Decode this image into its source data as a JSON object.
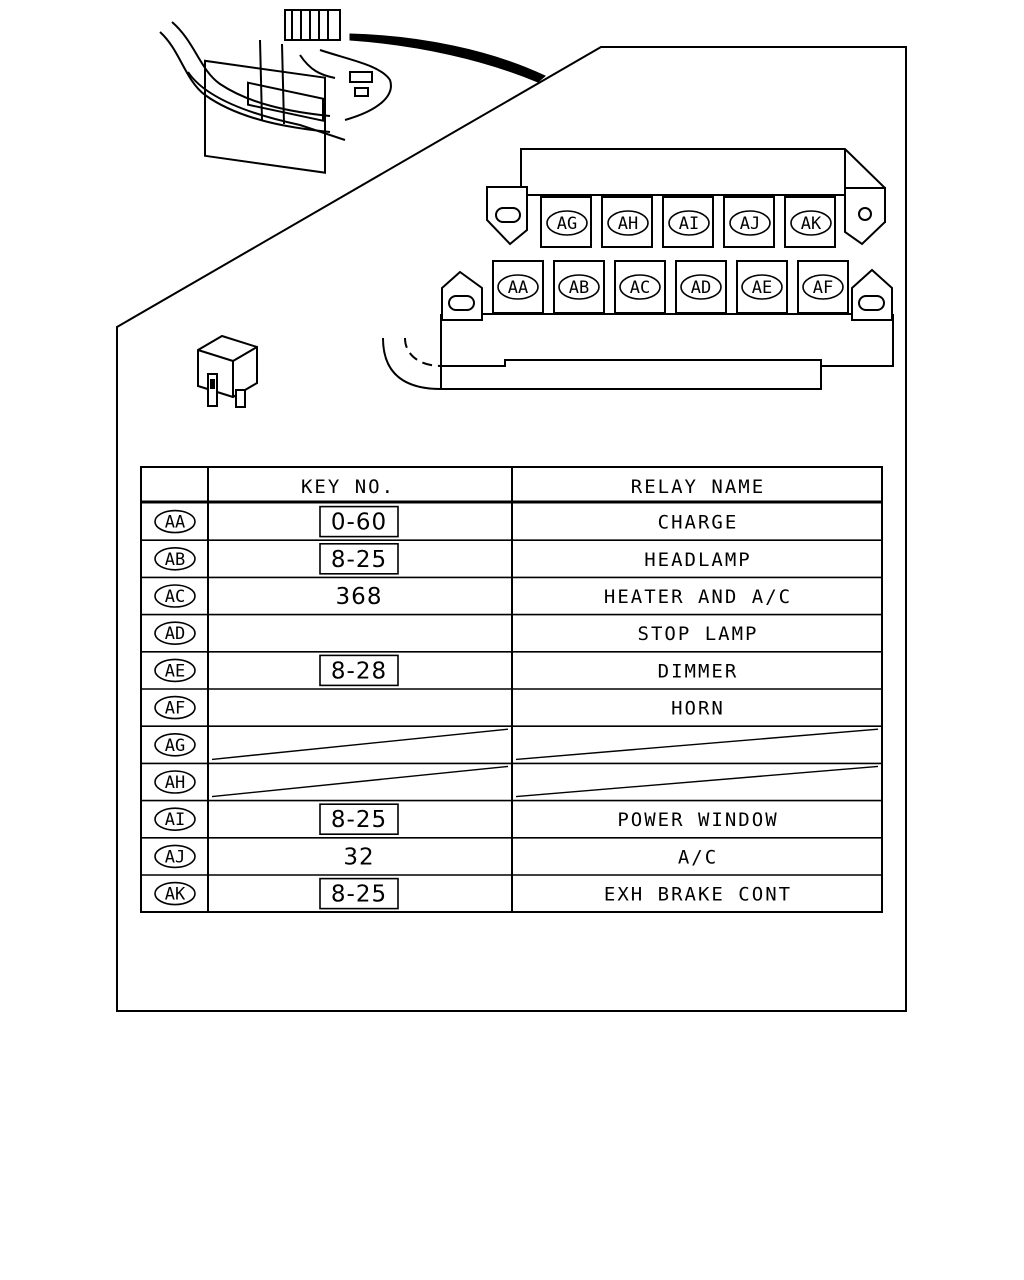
{
  "table": {
    "headers": {
      "key": "KEY NO.",
      "relay": "RELAY NAME"
    },
    "rows": [
      {
        "code": "AA",
        "key": "0-60",
        "boxed": true,
        "relay": "CHARGE"
      },
      {
        "code": "AB",
        "key": "8-25",
        "boxed": true,
        "relay": "HEADLAMP"
      },
      {
        "code": "AC",
        "key": "368",
        "boxed": false,
        "relay": "HEATER AND A/C"
      },
      {
        "code": "AD",
        "key": "",
        "boxed": false,
        "relay": "STOP LAMP"
      },
      {
        "code": "AE",
        "key": "8-28",
        "boxed": true,
        "relay": "DIMMER"
      },
      {
        "code": "AF",
        "key": "",
        "boxed": false,
        "relay": "HORN"
      },
      {
        "code": "AG",
        "key": "",
        "boxed": false,
        "relay": "",
        "empty": true
      },
      {
        "code": "AH",
        "key": "",
        "boxed": false,
        "relay": "",
        "empty": true
      },
      {
        "code": "AI",
        "key": "8-25",
        "boxed": true,
        "relay": "POWER WINDOW"
      },
      {
        "code": "AJ",
        "key": "32",
        "boxed": false,
        "relay": "A/C"
      },
      {
        "code": "AK",
        "key": "8-25",
        "boxed": true,
        "relay": "EXH BRAKE CONT"
      }
    ]
  },
  "relay_block": {
    "top_row": [
      "AG",
      "AH",
      "AI",
      "AJ",
      "AK"
    ],
    "bottom_row": [
      "AA",
      "AB",
      "AC",
      "AD",
      "AE",
      "AF"
    ]
  }
}
